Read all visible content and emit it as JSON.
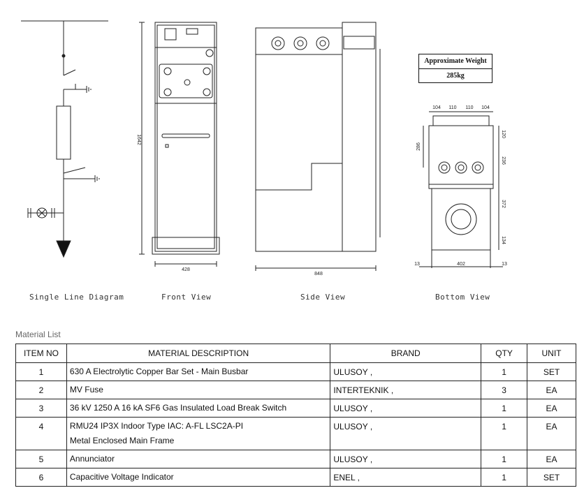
{
  "views": {
    "single_line": "Single Line Diagram",
    "front": "Front View",
    "side": "Side View",
    "bottom": "Bottom View"
  },
  "weight": {
    "label": "Approximate Weight",
    "value": "285kg"
  },
  "dimensions": {
    "front_height": "1642",
    "front_width": "428",
    "side_width": "848",
    "bottom_top": [
      "104",
      "110",
      "110",
      "104"
    ],
    "bottom_left": "286",
    "bottom_right": [
      "120",
      "236",
      "372",
      "134"
    ],
    "bottom_width": "402",
    "bottom_margin_left": "13",
    "bottom_margin_right": "13"
  },
  "material_list": {
    "title": "Material List",
    "headers": {
      "item": "ITEM NO",
      "desc": "MATERIAL DESCRIPTION",
      "brand": "BRAND",
      "qty": "QTY",
      "unit": "UNIT"
    },
    "rows": [
      {
        "item": "1",
        "desc1": "630 A  Electrolytic Copper Bar Set - Main Busbar",
        "desc2": "",
        "brand": "ULUSOY ,",
        "qty": "1",
        "unit": "SET"
      },
      {
        "item": "2",
        "desc1": "MV Fuse",
        "desc2": "",
        "brand": "INTERTEKNIK ,",
        "qty": "3",
        "unit": "EA"
      },
      {
        "item": "3",
        "desc1": "36 kV  1250 A  16 kA  SF6 Gas Insulated Load Break Switch",
        "desc2": "",
        "brand": "ULUSOY ,",
        "qty": "1",
        "unit": "EA"
      },
      {
        "item": "4",
        "desc1": "RMU24  IP3X  Indoor Type  IAC: A-FL LSC2A-PI",
        "desc2": "Metal Enclosed Main Frame",
        "brand": "ULUSOY ,",
        "qty": "1",
        "unit": "EA"
      },
      {
        "item": "5",
        "desc1": "Annunciator",
        "desc2": "",
        "brand": "ULUSOY ,",
        "qty": "1",
        "unit": "EA"
      },
      {
        "item": "6",
        "desc1": "Capacitive Voltage Indicator",
        "desc2": "",
        "brand": "ENEL ,",
        "qty": "1",
        "unit": "SET"
      }
    ]
  }
}
